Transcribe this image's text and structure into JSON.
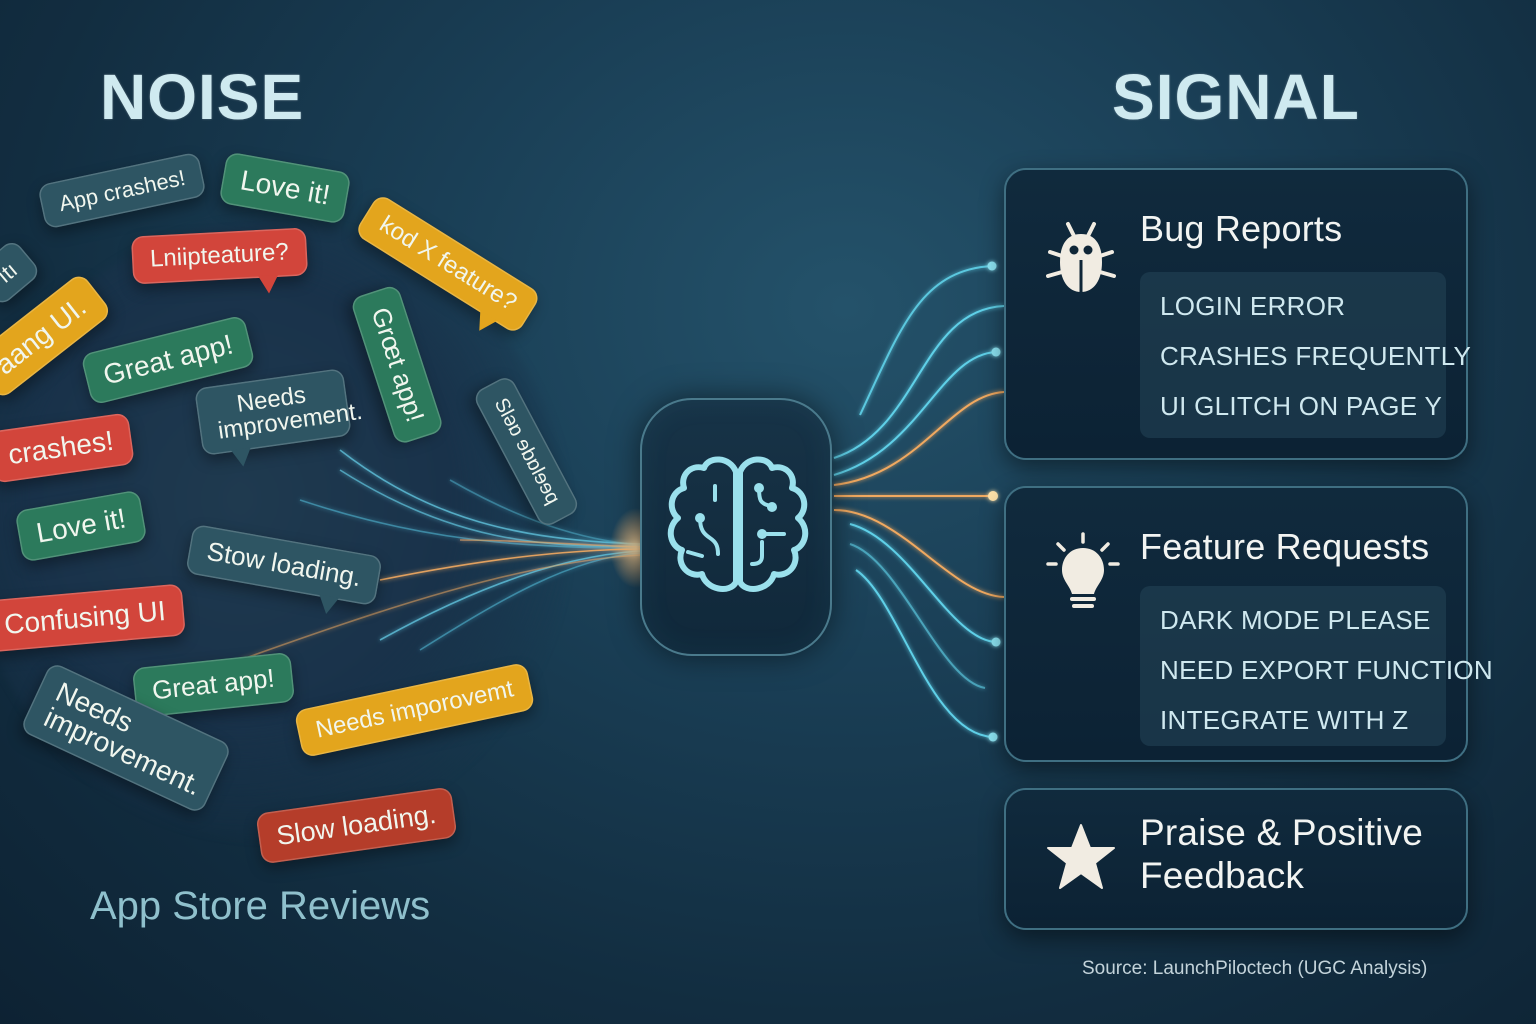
{
  "titles": {
    "noise": "NOISE",
    "signal": "SIGNAL"
  },
  "noise": {
    "label": "App Store Reviews",
    "bubbles": [
      {
        "text": "App crashes!",
        "color": "slate"
      },
      {
        "text": "Love it!",
        "color": "green"
      },
      {
        "text": "kod X feature?",
        "color": "yellow"
      },
      {
        "text": "Lniipteature?",
        "color": "red"
      },
      {
        "text": "ıtı",
        "color": "slate"
      },
      {
        "text": "aang UI.",
        "color": "yellow"
      },
      {
        "text": "Great app!",
        "color": "green"
      },
      {
        "text": "Grœt app!",
        "color": "green"
      },
      {
        "text": "Needs improvement.",
        "color": "slate"
      },
      {
        "text": "Sləɒ ɘbɒlɘɘq",
        "color": "slate"
      },
      {
        "text": "crashes!",
        "color": "red"
      },
      {
        "text": "Love it!",
        "color": "green"
      },
      {
        "text": "Stow loading.",
        "color": "slate"
      },
      {
        "text": "Confusing UI",
        "color": "red"
      },
      {
        "text": "Great app!",
        "color": "green"
      },
      {
        "text": "Needs improvement.",
        "color": "slate"
      },
      {
        "text": "Needs imporovemt",
        "color": "yellow"
      },
      {
        "text": "Slow loading.",
        "color": "darkred"
      }
    ]
  },
  "processor": {
    "icon": "brain-circuit-icon"
  },
  "signal": {
    "categories": [
      {
        "title": "Bug Reports",
        "icon": "bug-icon",
        "items": [
          "LOGIN ERROR",
          "CRASHES FREQUENTLY",
          "UI GLITCH ON PAGE Y"
        ]
      },
      {
        "title": "Feature Requests",
        "icon": "lightbulb-icon",
        "items": [
          "DARK MODE PLEASE",
          "NEED EXPORT FUNCTION",
          "INTEGRATE WITH Z"
        ]
      },
      {
        "title_line1": "Praise & Positive",
        "title_line2": "Feedback",
        "icon": "star-icon",
        "items": []
      }
    ]
  },
  "colors": {
    "flow_blue": "#5fd0e8",
    "flow_orange": "#f0a960",
    "card_border": "#3f6f82",
    "bubble_green": "#2c7a5c",
    "bubble_red": "#d2453b",
    "bubble_yellow": "#e3a51d",
    "bubble_slate": "#2e5563"
  },
  "footer": {
    "source": "Source: LaunchPiloctech (UGC Analysis)"
  }
}
